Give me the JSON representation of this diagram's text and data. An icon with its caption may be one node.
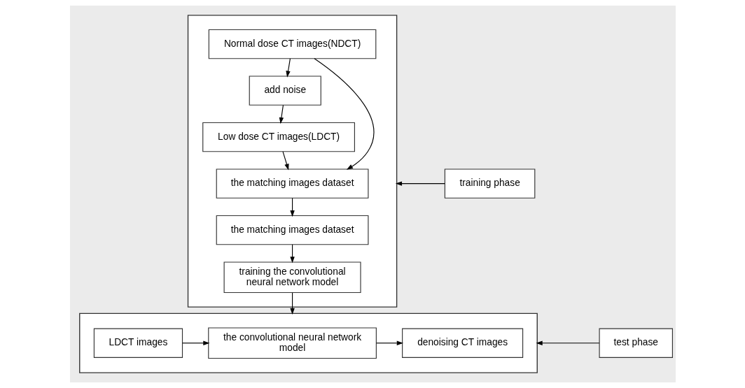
{
  "diagram": {
    "nodes": [
      {
        "text": [],
        "shape": "box"
      },
      {
        "text": [
          "Normal dose CT images(NDCT)"
        ],
        "in": 0
      },
      {
        "text": [
          "add noise"
        ],
        "in": 0
      },
      {
        "text": [
          "Low dose CT images(LDCT)"
        ],
        "in": 0
      },
      {
        "text": [
          "the matching images dataset"
        ],
        "in": 0
      },
      {
        "text": [
          "the matching images dataset"
        ],
        "in": 0
      },
      {
        "text": [
          "training the convolutional neural network model"
        ],
        "in": 0
      },
      {
        "text": [],
        "shape": "box"
      },
      {
        "text": [
          "LDCT images"
        ],
        "in": 7
      },
      {
        "text": [
          "the convolutional neural network model"
        ],
        "in": 7
      },
      {
        "text": [
          "denoising CT images"
        ],
        "in": 7
      },
      {
        "text": [
          "training phase"
        ]
      },
      {
        "text": [
          "test phase"
        ]
      }
    ],
    "edges": [
      {
        "from": 1,
        "to": 2,
        "arrow": "to"
      },
      {
        "from": 2,
        "to": 3,
        "arrow": "to"
      },
      {
        "from": 3,
        "to": 4,
        "arrow": "to"
      },
      {
        "from": 1,
        "to": 4,
        "arrow": "to"
      },
      {
        "from": 4,
        "to": 5,
        "arrow": "to"
      },
      {
        "from": 5,
        "to": 6,
        "arrow": "to"
      },
      {
        "from": 6,
        "to": 7,
        "arrow": "to"
      },
      {
        "from": 8,
        "to": 9,
        "arrow": "to"
      },
      {
        "from": 9,
        "to": 10,
        "arrow": "to"
      },
      {
        "from": 11,
        "to": 0,
        "arrow": "to"
      },
      {
        "from": 12,
        "to": 7,
        "arrow": "to"
      }
    ]
  }
}
